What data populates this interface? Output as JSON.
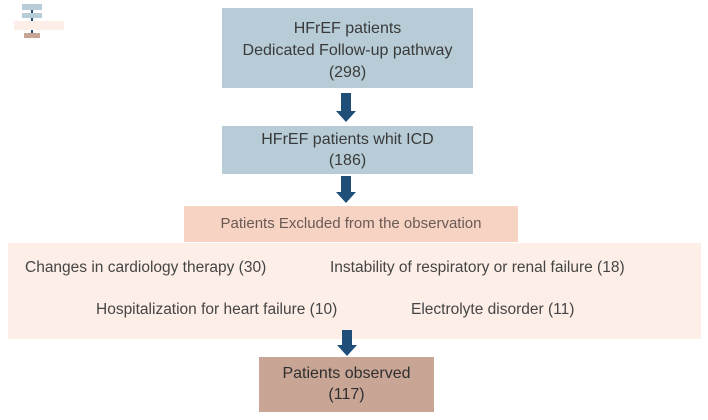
{
  "nodes": {
    "total": {
      "lines": [
        "HFrEF patients",
        "Dedicated Follow-up pathway",
        "(298)"
      ]
    },
    "icd": {
      "lines": [
        "HFrEF patients whit ICD",
        "(186)"
      ]
    },
    "excluded_title": "Patients Excluded from the observation",
    "exclusions": [
      "Changes in cardiology therapy (30)",
      "Instability of respiratory or renal failure (18)",
      "Hospitalization for heart failure (10)",
      "Electrolyte disorder  (11)"
    ],
    "observed": {
      "lines": [
        "Patients observed",
        "(117)"
      ]
    }
  },
  "colors": {
    "blue_box": "#b7ccd6",
    "arrow": "#1f4e79",
    "excluded_title_bg": "#f7d3c3",
    "excluded_bg": "#fdeee7",
    "observed_bg": "#c9a596"
  }
}
